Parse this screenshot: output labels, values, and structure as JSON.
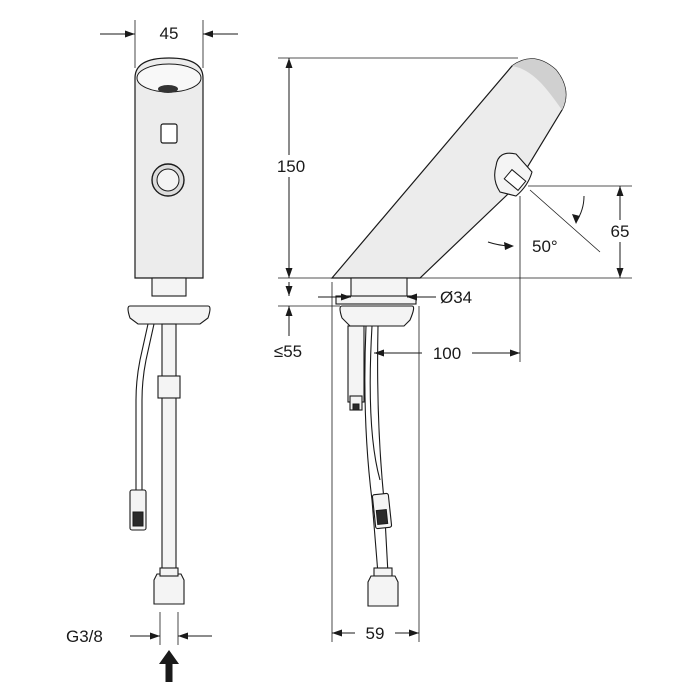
{
  "dimensions": {
    "width_top": "45",
    "height_total": "150",
    "height_spout": "65",
    "spout_angle": "50°",
    "base_diameter": "Ø34",
    "max_thickness": "≤55",
    "spout_reach": "100",
    "base_width": "59",
    "connection_thread": "G3/8"
  },
  "icons": {
    "flow_direction": "up-arrow-icon"
  }
}
